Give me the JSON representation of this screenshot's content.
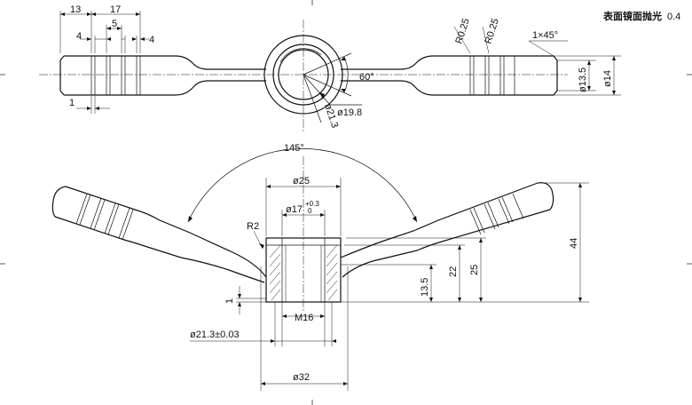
{
  "note": {
    "text": "表面镜面抛光",
    "roughness": "0.4"
  },
  "top_view": {
    "dims": {
      "d13": "13",
      "d17": "17",
      "d4_left": "4",
      "d5": "5",
      "d4_right": "4",
      "d1": "1",
      "r025_a": "R0.25",
      "r025_b": "R0.25",
      "chamfer": "1×45°",
      "angle60": "60°",
      "dia198": "ø19.8",
      "dia213": "ø21.3",
      "dia135": "ø13.5",
      "dia14": "ø14"
    }
  },
  "front_view": {
    "dims": {
      "angle145": "145°",
      "dia25": "ø25",
      "dia17": "ø17",
      "tol17": "+0.3",
      "tol17_lower": "0",
      "r2": "R2",
      "h44": "44",
      "h25": "25",
      "h22": "22",
      "h135": "13.5",
      "d1": "1",
      "m16": "M16",
      "dia213_tol": "ø21.3±0.03",
      "dia32": "ø32"
    }
  }
}
